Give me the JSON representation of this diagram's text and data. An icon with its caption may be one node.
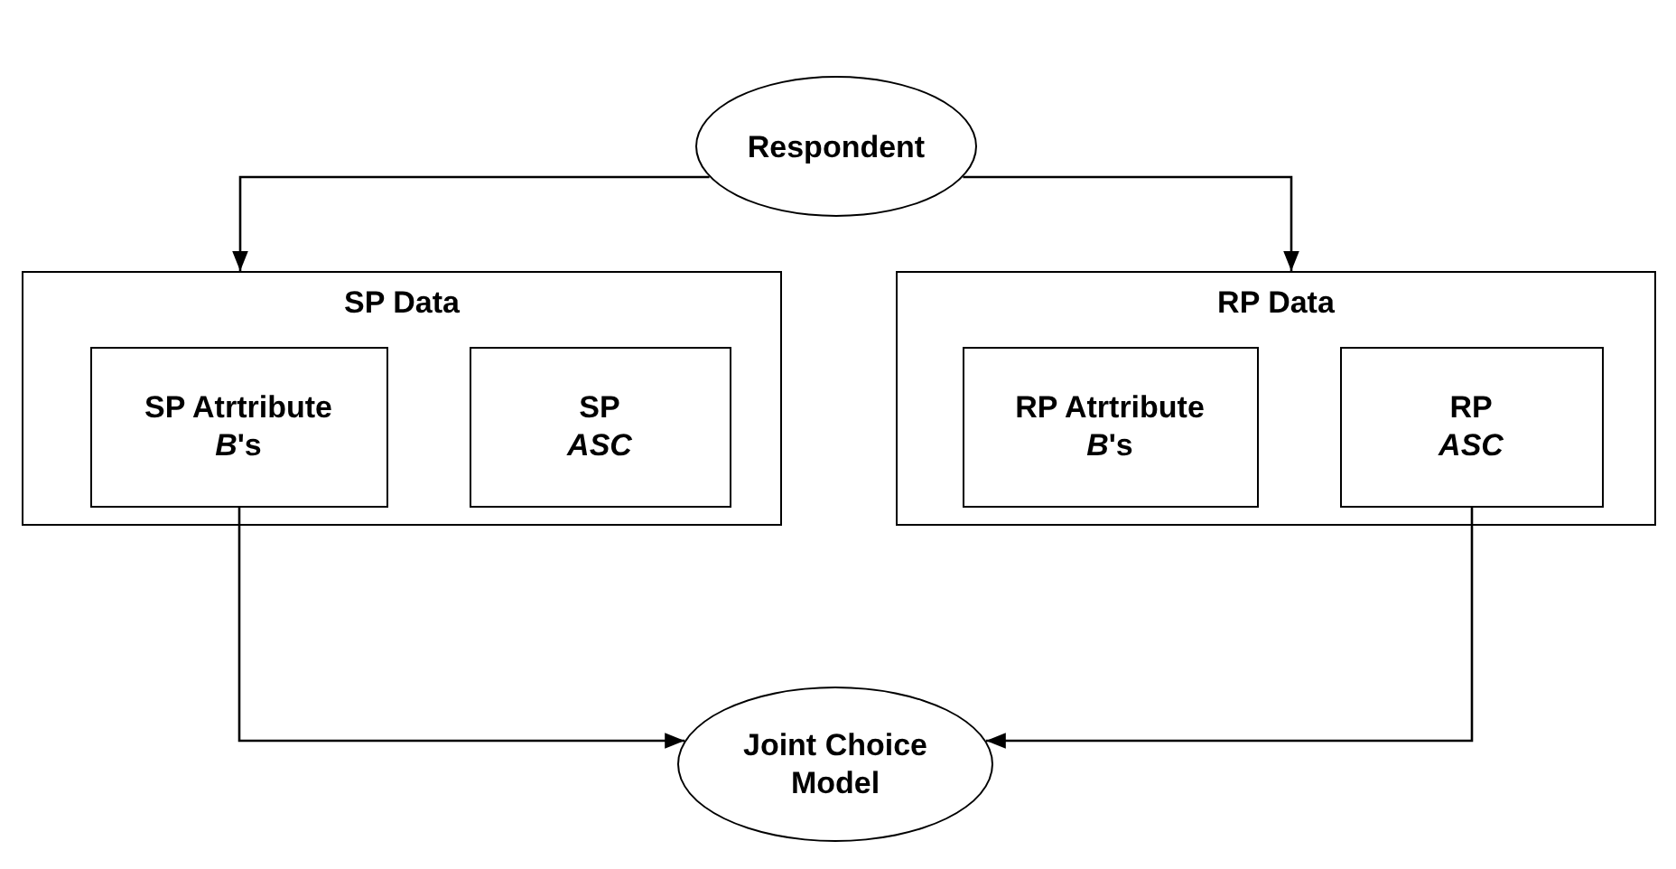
{
  "diagram": {
    "nodes": [
      {
        "text": [
          "Respondent"
        ]
      },
      {
        "text": [
          "SP Data"
        ]
      },
      {
        "text": [
          "SP Atrtribute *B*'s"
        ],
        "in": 1
      },
      {
        "text": [
          "SP *ASC*"
        ],
        "in": 1
      },
      {
        "text": [
          "RP Data"
        ]
      },
      {
        "text": [
          "RP Atrtribute *B*'s"
        ],
        "in": 4
      },
      {
        "text": [
          "RP *ASC*"
        ],
        "in": 4
      },
      {
        "text": [
          "Joint Choice Model"
        ]
      }
    ],
    "edges": [
      {
        "from": 0,
        "to": 1,
        "arrow": "to"
      },
      {
        "from": 0,
        "to": 4,
        "arrow": "to"
      },
      {
        "from": 2,
        "to": 7,
        "arrow": "to"
      },
      {
        "from": 6,
        "to": 7,
        "arrow": "to"
      }
    ]
  }
}
